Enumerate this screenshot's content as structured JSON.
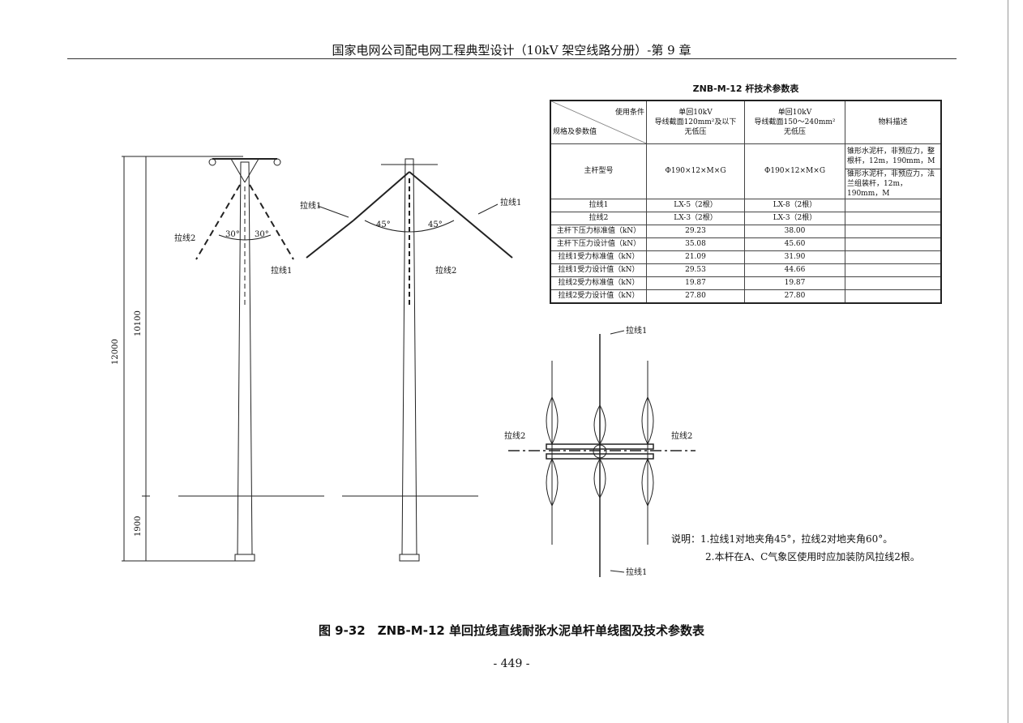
{
  "header": "国家电网公司配电网工程典型设计（10kV 架空线路分册）-第 9 章",
  "table": {
    "title": "ZNB-M-12 杆技术参数表",
    "corner_top": "使用条件",
    "corner_bottom": "规格及参数值",
    "col1": [
      "单回10kV",
      "导线截面120mm²及以下",
      "无低压"
    ],
    "col2": [
      "单回10kV",
      "导线截面150～240mm²",
      "无低压"
    ],
    "col3": "物料描述",
    "pole_label": "主杆型号",
    "pole_v1": "Φ190×12×M×G",
    "pole_v2": "Φ190×12×M×G",
    "pole_desc1": "锥形水泥杆，非预应力，整根杆，12m，190mm，M",
    "pole_desc2": "锥形水泥杆，非预应力，法兰组装杆，12m，190mm，M",
    "rows": [
      {
        "label": "拉线1",
        "v1": "LX-5（2根）",
        "v2": "LX-8（2根）"
      },
      {
        "label": "拉线2",
        "v1": "LX-3（2根）",
        "v2": "LX-3（2根）"
      },
      {
        "label": "主杆下压力标准值（kN）",
        "v1": "29.23",
        "v2": "38.00"
      },
      {
        "label": "主杆下压力设计值（kN）",
        "v1": "35.08",
        "v2": "45.60"
      },
      {
        "label": "拉线1受力标准值（kN）",
        "v1": "21.09",
        "v2": "31.90"
      },
      {
        "label": "拉线1受力设计值（kN）",
        "v1": "29.53",
        "v2": "44.66"
      },
      {
        "label": "拉线2受力标准值（kN）",
        "v1": "19.87",
        "v2": "19.87"
      },
      {
        "label": "拉线2受力设计值（kN）",
        "v1": "27.80",
        "v2": "27.80"
      }
    ]
  },
  "drawing": {
    "dim_total": "12000",
    "dim_above": "10100",
    "dim_below": "1900",
    "guy1": "拉线1",
    "guy2": "拉线2",
    "angle30": "30°",
    "angle45": "45°"
  },
  "notes": [
    "说明：1.拉线1对地夹角45°，拉线2对地夹角60°。",
    "2.本杆在A、C气象区使用时应加装防风拉线2根。"
  ],
  "caption": "图 9-32　ZNB-M-12 单回拉线直线耐张水泥单杆单线图及技术参数表",
  "page_number": "- 449 -"
}
